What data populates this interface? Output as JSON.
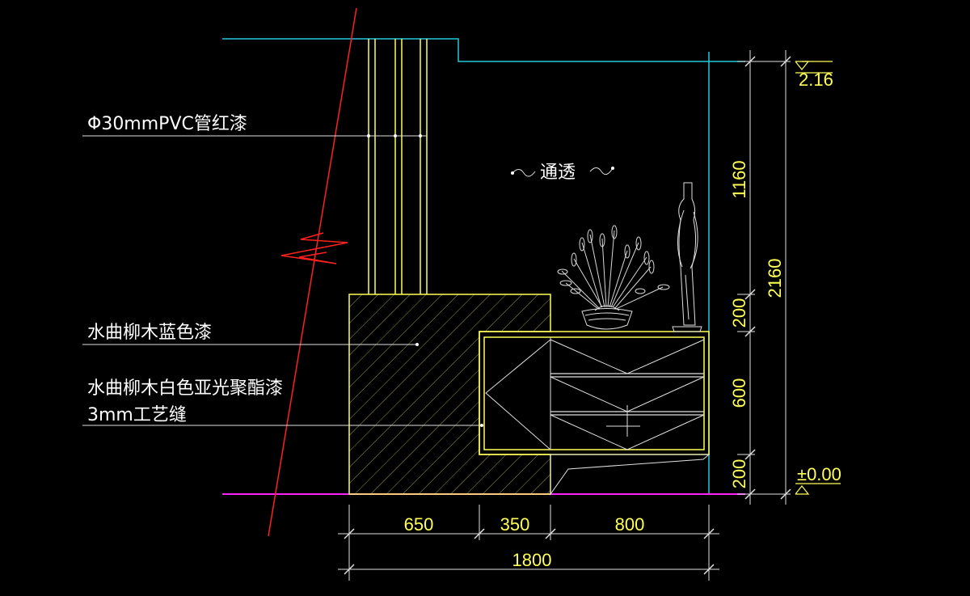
{
  "drawing": {
    "annotations": {
      "pvc_pipe": "Φ30mmPVC管红漆",
      "see_through": "通透",
      "blue_finish": "水曲柳木蓝色漆",
      "white_finish": "水曲柳木白色亚光聚酯漆",
      "groove": "3mm工艺缝"
    },
    "levels": {
      "top": "2.16",
      "floor": "±0.00"
    },
    "vertical_dims": {
      "upper": "1160",
      "shelf_gap": "200",
      "cabinet": "600",
      "base": "200",
      "total": "2160"
    },
    "horizontal_dims": {
      "left_block": "650",
      "middle": "350",
      "right_cabinet": "800",
      "total": "1800"
    },
    "colors": {
      "background": "#000000",
      "dimension": "#ffff55",
      "text": "#ffffff",
      "ceiling": "#22c8d8",
      "break_line": "#ff2020",
      "floor": "#ff22ff"
    }
  }
}
